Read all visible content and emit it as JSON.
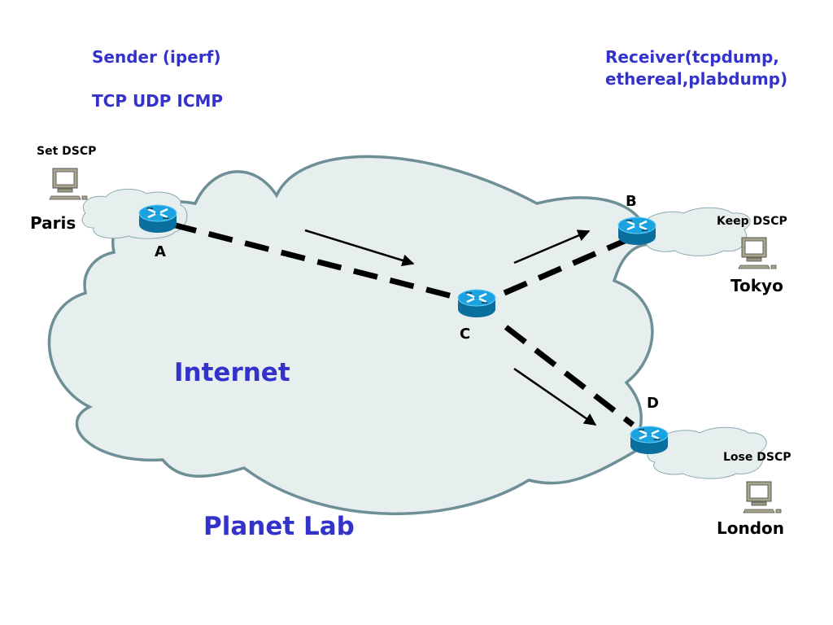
{
  "title_labels": {
    "sender": "Sender (iperf)",
    "protocols": "TCP UDP ICMP",
    "receiver_line1": "Receiver(tcpdump,",
    "receiver_line2": "ethereal,plabdump)"
  },
  "clouds": {
    "main_internet": "Internet",
    "platform": "Planet Lab"
  },
  "hosts": [
    {
      "id": "paris",
      "name": "Paris",
      "dscp_note": "Set DSCP"
    },
    {
      "id": "tokyo",
      "name": "Tokyo",
      "dscp_note": "Keep DSCP"
    },
    {
      "id": "london",
      "name": "London",
      "dscp_note": "Lose DSCP"
    }
  ],
  "routers": [
    {
      "id": "A",
      "label": "A"
    },
    {
      "id": "B",
      "label": "B"
    },
    {
      "id": "C",
      "label": "C"
    },
    {
      "id": "D",
      "label": "D"
    }
  ],
  "links": [
    {
      "from": "A",
      "to": "C",
      "style": "dashed"
    },
    {
      "from": "C",
      "to": "B",
      "style": "dashed"
    },
    {
      "from": "C",
      "to": "D",
      "style": "dashed"
    }
  ],
  "flows": [
    {
      "from": "A",
      "to": "C",
      "direction": "arrow"
    },
    {
      "from": "C",
      "to": "B",
      "direction": "arrow"
    },
    {
      "from": "C",
      "to": "D",
      "direction": "arrow"
    }
  ],
  "colors": {
    "label_blue": "#3333cc",
    "cloud_fill": "#e6eeee",
    "cloud_stroke": "#6e8f96",
    "router_top": "#1aa3e0",
    "router_side": "#0a6f9e"
  }
}
